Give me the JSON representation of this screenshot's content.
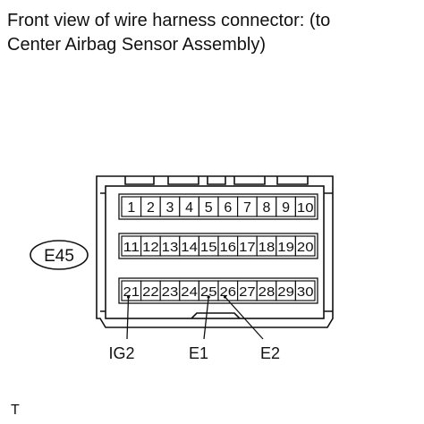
{
  "title": {
    "line1": "Front view of wire harness connector: (to",
    "line2": "Center Airbag Sensor Assembly)"
  },
  "connector": {
    "code": "E45",
    "rows": [
      [
        "1",
        "2",
        "3",
        "4",
        "5",
        "6",
        "7",
        "8",
        "9",
        "10"
      ],
      [
        "11",
        "12",
        "13",
        "14",
        "15",
        "16",
        "17",
        "18",
        "19",
        "20"
      ],
      [
        "21",
        "22",
        "23",
        "24",
        "25",
        "26",
        "27",
        "28",
        "29",
        "30"
      ]
    ]
  },
  "pin_labels": [
    {
      "pin": "21",
      "label": "IG2"
    },
    {
      "pin": "25",
      "label": "E1"
    },
    {
      "pin": "26",
      "label": "E2"
    }
  ],
  "footer_text": "T"
}
